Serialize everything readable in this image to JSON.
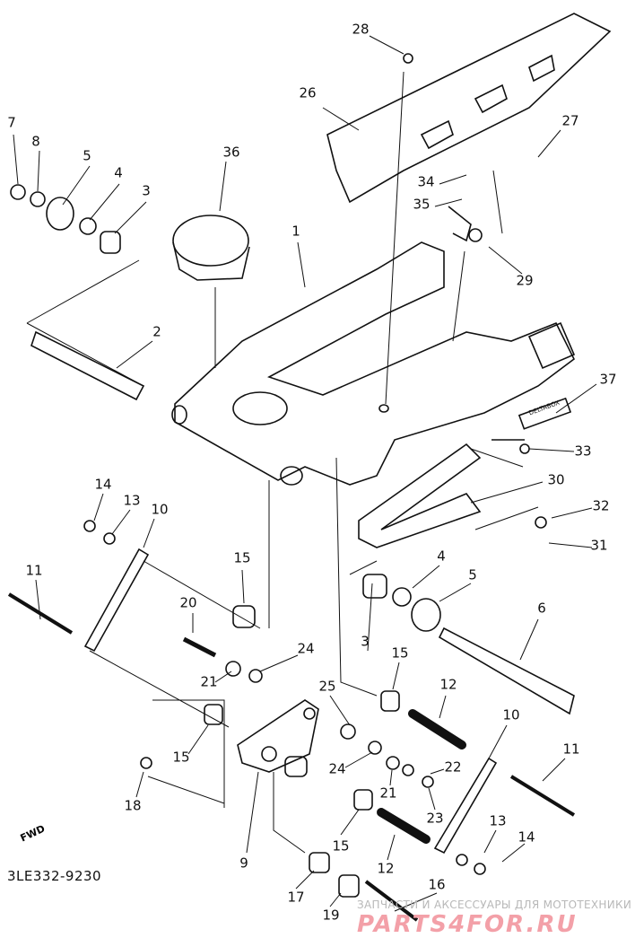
{
  "diagram": {
    "title": "Rear arm / swingarm assembly",
    "drawing_code": "3LE332-9230",
    "fwd_marker": "FWD",
    "decal_text": "DELTABOX",
    "watermark_line1": "ЗАПЧАСТИ И АКСЕССУАРЫ ДЛЯ МОТОТЕХНИКИ",
    "watermark_line2": "PARTS4FOR.RU",
    "labels": [
      "28",
      "26",
      "27",
      "36",
      "7",
      "8",
      "5",
      "4",
      "3",
      "1",
      "34",
      "35",
      "29",
      "2",
      "37",
      "33",
      "30",
      "32",
      "31",
      "14",
      "13",
      "10",
      "11",
      "15",
      "4",
      "5",
      "6",
      "20",
      "24",
      "21",
      "3",
      "15",
      "12",
      "25",
      "10",
      "15",
      "24",
      "21",
      "22",
      "11",
      "18",
      "23",
      "13",
      "14",
      "15",
      "9",
      "12",
      "17",
      "16",
      "19"
    ]
  }
}
